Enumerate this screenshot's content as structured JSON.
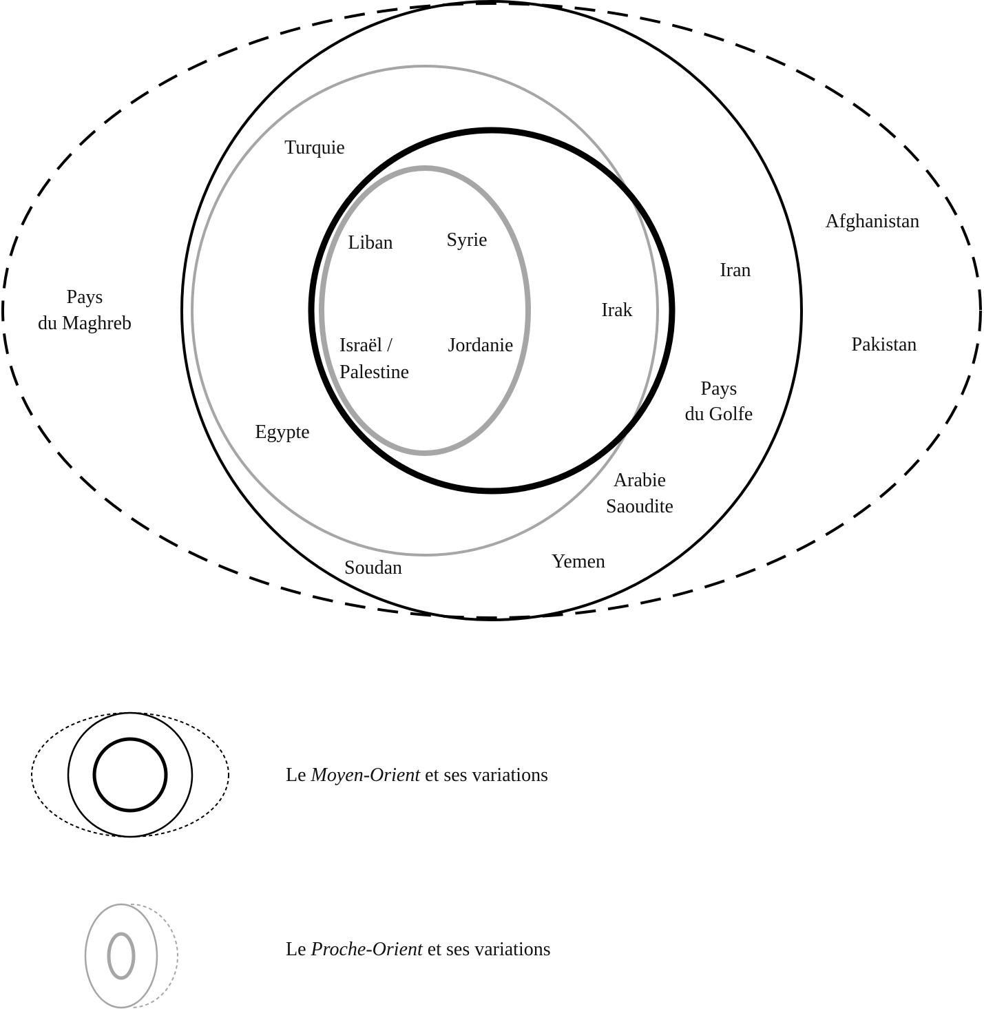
{
  "colors": {
    "black": "#000000",
    "gray": "#a6a6a6",
    "text": "#111111"
  },
  "labels": {
    "turquie": "Turquie",
    "afghanistan": "Afghanistan",
    "liban": "Liban",
    "syrie": "Syrie",
    "iran": "Iran",
    "maghreb_line1": "Pays",
    "maghreb_line2": "du Maghreb",
    "irak": "Irak",
    "israel_line1": "Israël /",
    "israel_line2": "Palestine",
    "jordanie": "Jordanie",
    "pakistan": "Pakistan",
    "golfe_line1": "Pays",
    "golfe_line2": "du Golfe",
    "egypte": "Egypte",
    "arabie_line1": "Arabie",
    "arabie_line2": "Saoudite",
    "soudan": "Soudan",
    "yemen": "Yemen"
  },
  "legend": {
    "moyen_prefix": "Le ",
    "moyen_italic": "Moyen-Orient",
    "moyen_suffix": " et ses variations",
    "proche_prefix": "Le ",
    "proche_italic": "Proche-Orient",
    "proche_suffix": " et ses variations"
  }
}
